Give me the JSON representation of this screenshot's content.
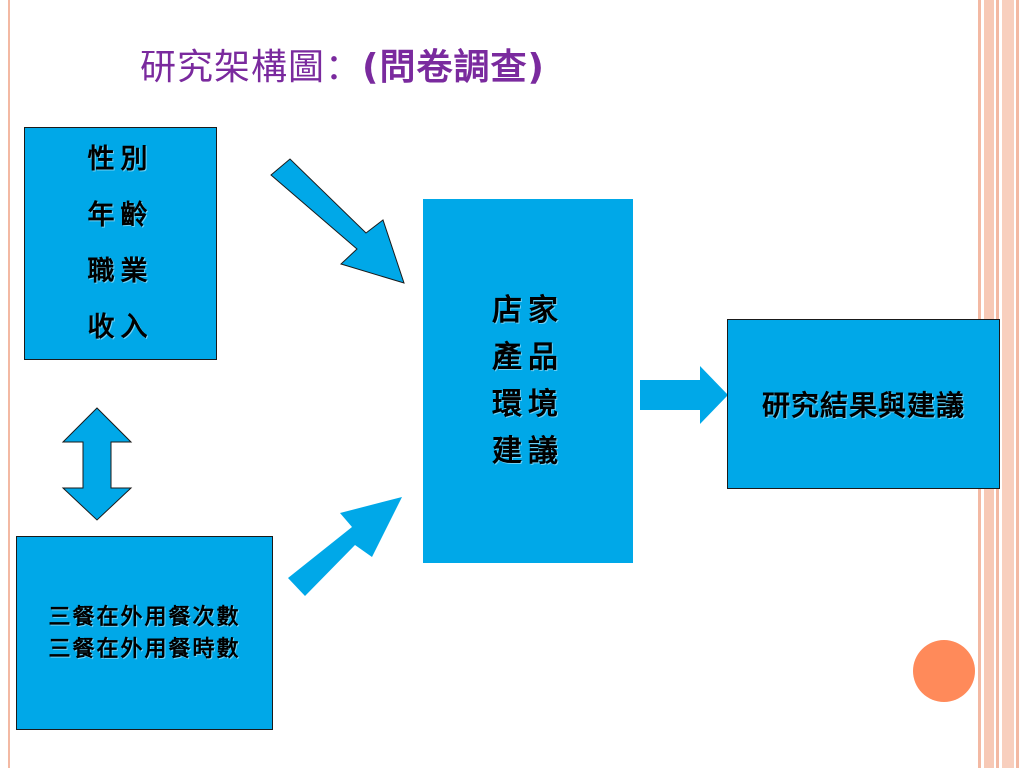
{
  "title": {
    "main": "研究架構圖：",
    "paren": "(問卷調查)"
  },
  "boxes": {
    "demographics": [
      "性別",
      "年齡",
      "職業",
      "收入"
    ],
    "dining": [
      "三餐在外用餐次數",
      "三餐在外用餐時數"
    ],
    "center": [
      "店家",
      "產品",
      "環境",
      "建議"
    ],
    "result": "研究結果與建議"
  },
  "colors": {
    "box_fill": "#00a8e8",
    "title": "#7a2a9e",
    "accent_circle": "#ff8a5a",
    "stripe": "#f3b9a3"
  },
  "icons": {
    "double_arrow": "up-down-arrow-icon",
    "arrow_down_right": "arrow-down-right-icon",
    "arrow_up_right": "arrow-up-right-icon",
    "arrow_right": "arrow-right-icon"
  }
}
